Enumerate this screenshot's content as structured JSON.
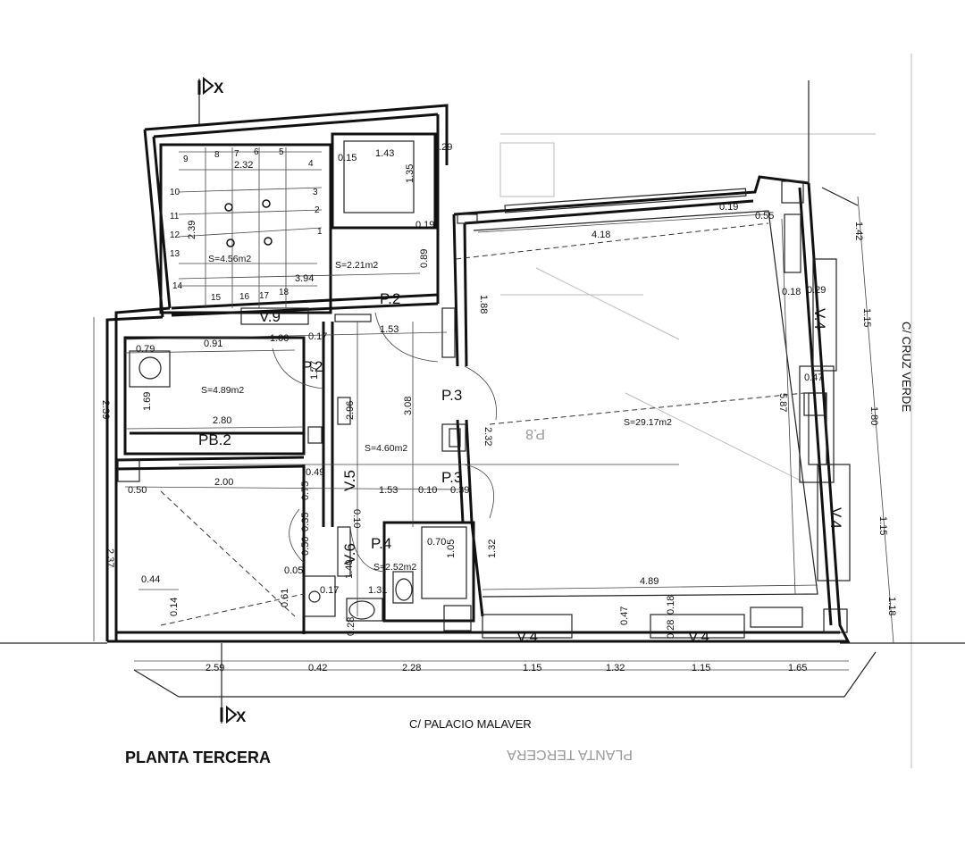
{
  "title": "PLANTA TERCERA",
  "mirrored_title": "PLANTA TERCERA",
  "streets": {
    "south": "C/ PALACIO MALAVER",
    "east": "C/ CRUZ VERDE"
  },
  "section_marks": {
    "top": "X",
    "bottom": "X"
  },
  "labels": {
    "v9": "V.9",
    "p2a": "P.2",
    "p2b": "P.2",
    "p3a": "P.3",
    "p3b": "P.3",
    "pb2": "PB.2",
    "v5": "V.5",
    "v6": "V.6",
    "p4": "P.4",
    "v4a": "V.4",
    "v4b": "V.4",
    "v4c": "V.4",
    "v4d": "V.4"
  },
  "areas": {
    "stair": "S=4.56m2",
    "lift": "S=2.21m2",
    "bath": "S=4.89m2",
    "hall": "S=4.60m2",
    "wc": "S=2.52m2",
    "main": "S=29.17m2"
  },
  "stair_steps": [
    "1",
    "2",
    "3",
    "4",
    "5",
    "6",
    "7",
    "8",
    "9",
    "10",
    "11",
    "12",
    "13",
    "14",
    "15",
    "16",
    "17",
    "18"
  ],
  "dims": {
    "d232": "2.32",
    "d239a": "2.39",
    "d143": "1.43",
    "d015": "0.15",
    "d029a": "0.29",
    "d135": "1.35",
    "d019a": "0.19",
    "d089": "0.89",
    "d394": "3.94",
    "d019b": "0.19",
    "d055": "0.55",
    "d418": "4.18",
    "d142": "1.42",
    "d188": "1.88",
    "d018a": "0.18",
    "d029b": "0.29",
    "d115a": "1.15",
    "d079": "0.79",
    "d091": "0.91",
    "d100": "1.00",
    "d017a": "0.17",
    "d153a": "1.53",
    "d047a": "0.47",
    "d239b": "2.39",
    "d177": "1.77",
    "d169": "1.69",
    "d296": "2.96",
    "d308": "3.08",
    "d587": "5.87",
    "d180": "1.80",
    "d280": "2.80",
    "d232b": "2.32",
    "d049": "0.49",
    "d050a": "0.50",
    "d200": "2.00",
    "d075": "0.75",
    "d153b": "1.53",
    "d010a": "0.10",
    "d039": "0.39",
    "d010b": "0.10",
    "d237": "2.37",
    "d035": "0.35",
    "d050b": "0.50",
    "d070": "0.70",
    "d105": "1.05",
    "d132a": "1.32",
    "d115b": "1.15",
    "d044": "0.44",
    "d005": "0.05",
    "d017b": "0.17",
    "d131": "1.31",
    "d140": "1.40",
    "d061": "0.61",
    "d014": "0.14",
    "d489": "4.89",
    "d118": "1.18",
    "d028a": "0.28",
    "d047b": "0.47",
    "d018b": "0.18",
    "d028b": "0.28",
    "d259": "2.59",
    "d042": "0.42",
    "d228": "2.28",
    "d115c": "1.15",
    "d132b": "1.32",
    "d115d": "1.15",
    "d165": "1.65"
  }
}
